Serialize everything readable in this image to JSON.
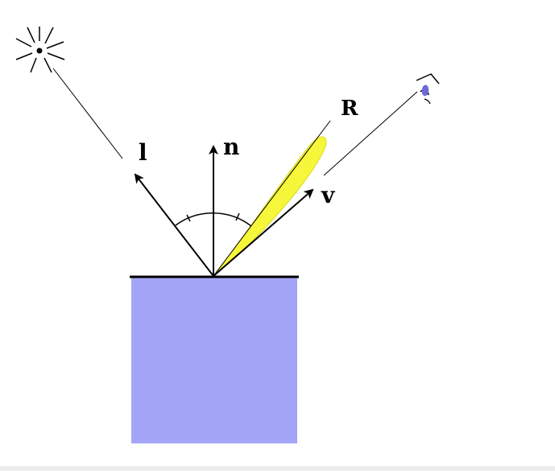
{
  "labels": {
    "light": "l",
    "normal": "n",
    "reflection": "R",
    "view": "v"
  },
  "colors": {
    "surface_fill": "#a5a5f7",
    "lobe_fill": "#f6f73a",
    "lobe_stroke": "#d9d927",
    "stroke": "#000000",
    "eye_pupil": "#6a6ad8",
    "background": "#ffffff"
  },
  "icons": {
    "light_source": "sun-icon",
    "viewer": "eye-icon"
  }
}
